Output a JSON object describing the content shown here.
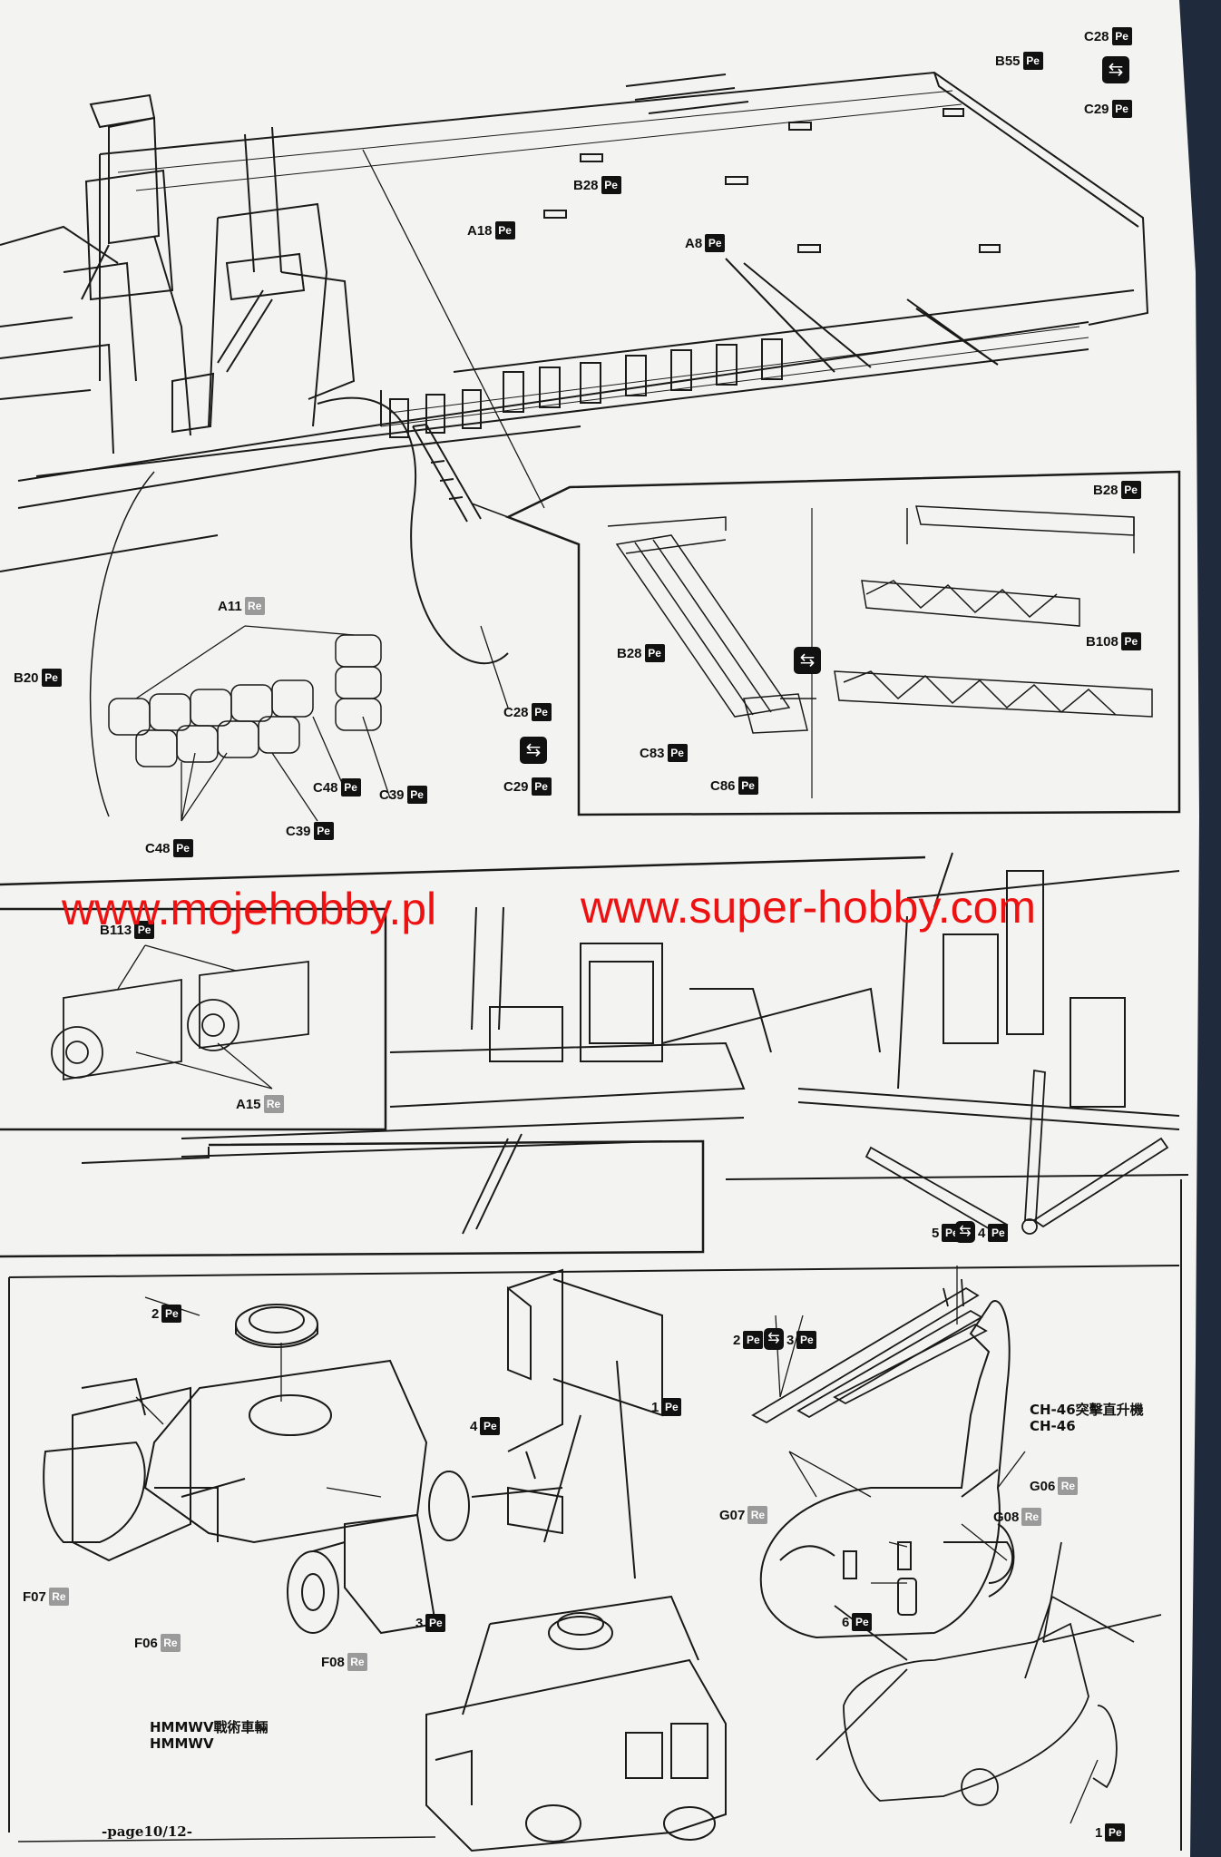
{
  "watermark": {
    "left": "www.mojehobby.pl",
    "right": "www.super-hobby.com"
  },
  "tags": {
    "pe": "Pe",
    "re": "Re"
  },
  "swap_symbol": "⇆",
  "labels": {
    "c28_top": "C28",
    "c29_top": "C29",
    "b55": "B55",
    "b28_top": "B28",
    "a18": "A18",
    "a8": "A8",
    "b20": "B20",
    "a11": "A11",
    "c28_mid": "C28",
    "c29_mid": "C29",
    "c48_a": "C48",
    "c39_a": "C39",
    "c48_b": "C48",
    "c39_b": "C39",
    "b28_inset_a": "B28",
    "b28_inset_b": "B28",
    "b108": "B108",
    "c83": "C83",
    "c86": "C86",
    "b113": "B113",
    "a15": "A15",
    "n5": "5",
    "n4": "4",
    "n2_heli": "2",
    "n3_heli": "3",
    "g07": "G07",
    "g06": "G06",
    "g08": "G08",
    "n6": "6",
    "n1_heli": "1",
    "n2_hmmwv": "2",
    "n4_hmmwv": "4",
    "n1_hmmwv": "1",
    "n3_hmmwv": "3",
    "f07": "F07",
    "f06": "F06",
    "f08": "F08"
  },
  "captions": {
    "ch46": "CH-46突擊直升機\nCH-46",
    "hmmwv": "HMMWV戰術車輛\nHMMWV"
  },
  "page_number": "-page10/12-"
}
